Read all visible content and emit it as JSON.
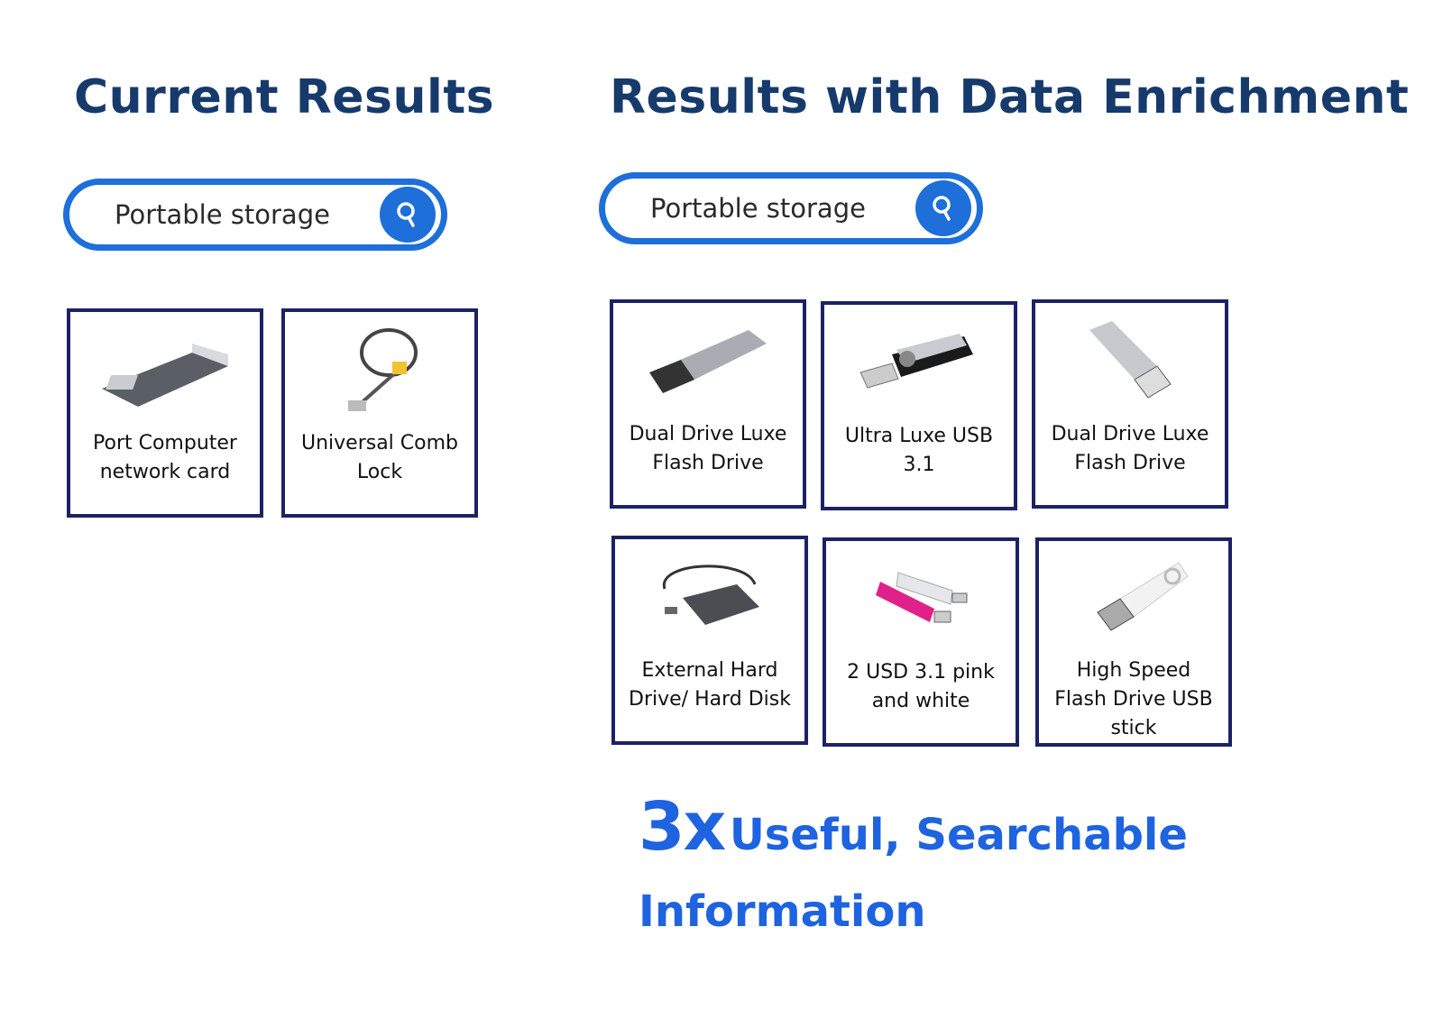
{
  "left": {
    "title": "Current Results",
    "search": {
      "value": "Portable storage",
      "button": "search-icon"
    },
    "results": [
      {
        "label": "Port Computer network card",
        "image": "network-card"
      },
      {
        "label": "Universal Comb Lock",
        "image": "cable-lock"
      }
    ]
  },
  "right": {
    "title": "Results with Data Enrichment",
    "search": {
      "value": "Portable storage",
      "button": "search-icon"
    },
    "results": [
      {
        "label": "Dual Drive Luxe Flash Drive",
        "image": "silver-flash-drive"
      },
      {
        "label": "Ultra Luxe USB 3.1",
        "image": "swivel-flash-drive"
      },
      {
        "label": "Dual Drive Luxe Flash Drive",
        "image": "silver-usb-stick"
      },
      {
        "label": "External Hard Drive/ Hard Disk",
        "image": "external-hard-drive"
      },
      {
        "label": "2 USD 3.1 pink and white",
        "image": "pink-white-flash-drives"
      },
      {
        "label": "High Speed Flash Drive USB stick",
        "image": "white-usb-stick"
      }
    ]
  },
  "tagline": {
    "multiplier": "3x",
    "line1": "Useful, Searchable",
    "line2": "Information"
  },
  "colors": {
    "heading": "#163a6b",
    "accent": "#1e6fd9",
    "card_border": "#1b2266",
    "tagline": "#1e63e0"
  }
}
